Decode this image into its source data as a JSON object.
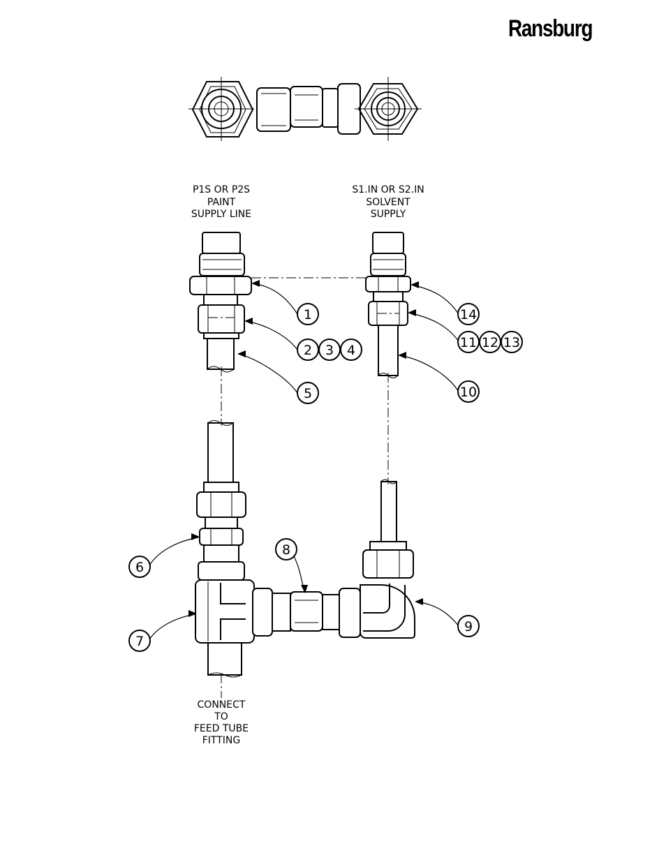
{
  "brand": {
    "name": "Ransburg"
  },
  "labels": {
    "paint_line_1": "P1S OR P2S",
    "paint_line_2": "PAINT",
    "paint_line_3": "SUPPLY LINE",
    "solvent_line_1": "S1.IN OR S2.IN",
    "solvent_line_2": "SOLVENT",
    "solvent_line_3": "SUPPLY",
    "connect_1": "CONNECT",
    "connect_2": "TO",
    "connect_3": "FEED TUBE",
    "connect_4": "FITTING"
  },
  "callouts": [
    "1",
    "2",
    "3",
    "4",
    "5",
    "6",
    "7",
    "8",
    "9",
    "10",
    "11",
    "12",
    "13",
    "14"
  ]
}
